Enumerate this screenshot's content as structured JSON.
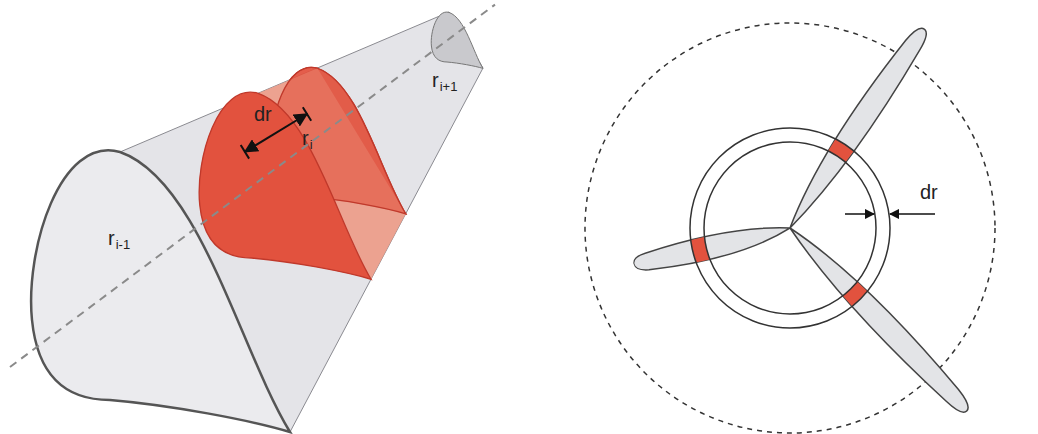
{
  "diagram": {
    "labels": [
      "r",
      "i+1",
      "r",
      "i",
      "r",
      "i-1",
      "dr",
      "dr"
    ]
  }
}
